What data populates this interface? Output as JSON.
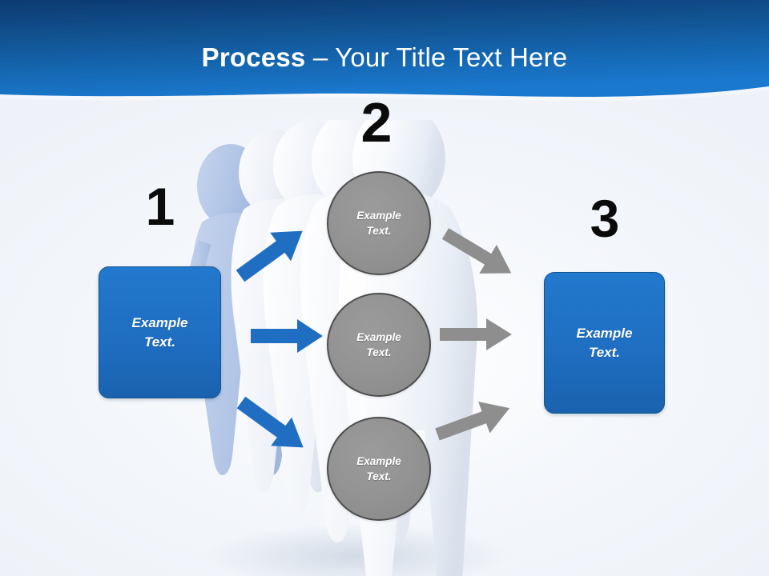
{
  "slide": {
    "title_bold": "Process",
    "title_rest": " – Your Title Text Here",
    "background_color": "#f2f5fa"
  },
  "header": {
    "gradient_top": "#0e3f78",
    "gradient_bottom": "#1771c6"
  },
  "steps": [
    {
      "number": "1",
      "label": "Example\nText."
    },
    {
      "number": "2",
      "label": ""
    },
    {
      "number": "3",
      "label": "Example\nText."
    }
  ],
  "boxes": {
    "left": {
      "label": "Example\nText.",
      "fill": "#1f6ec2",
      "border": "#12548f",
      "text_color": "#ffffff"
    },
    "right": {
      "label": "Example\nText.",
      "fill": "#1f6ec2",
      "border": "#12548f",
      "text_color": "#ffffff"
    }
  },
  "circles": [
    {
      "label": "Example\nText.",
      "fill": "#949494",
      "border": "#4d4d4d",
      "text_color": "#ffffff"
    },
    {
      "label": "Example\nText.",
      "fill": "#949494",
      "border": "#4d4d4d",
      "text_color": "#ffffff"
    },
    {
      "label": "Example\nText.",
      "fill": "#949494",
      "border": "#4d4d4d",
      "text_color": "#ffffff"
    }
  ],
  "arrows": {
    "blue_color": "#1f6ec2",
    "gray_color": "#8e8e8e",
    "blue_count": 3,
    "gray_count": 3
  },
  "artwork": {
    "people_front_color": "#f4f6fa",
    "people_back_color": "#b9cbe8",
    "figure_count": 6
  }
}
